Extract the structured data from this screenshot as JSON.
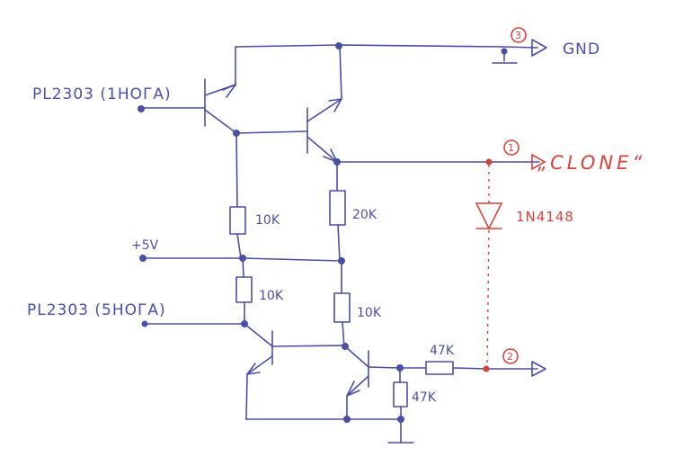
{
  "inputs": {
    "pl2303_pin1": "PL2303 (1НОГА)",
    "pl2303_pin5": "PL2303 (5НОГА)",
    "supply": "+5V"
  },
  "outputs": {
    "out3_number": "3",
    "out3_label": "GND",
    "out1_number": "1",
    "out1_label": "„CLONE“",
    "out2_number": "2"
  },
  "components": {
    "r_top_left": "10K",
    "r_top_right": "20K",
    "r_mid_left": "10K",
    "r_mid_right": "10K",
    "r_series": "47K",
    "r_shunt": "47K",
    "diode": "1N4148"
  },
  "colors": {
    "ink": "#4a4fa6",
    "red": "#d9423a",
    "background": "#ffffff"
  }
}
